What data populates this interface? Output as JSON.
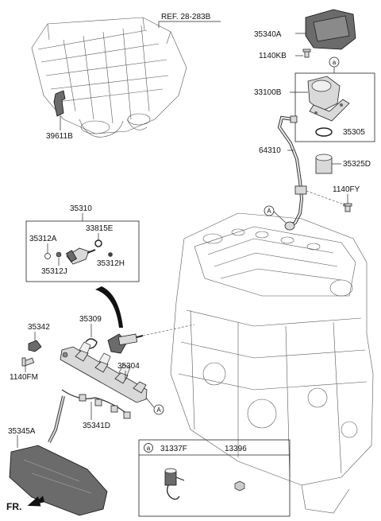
{
  "labels": {
    "ref": "REF. 28-283B",
    "p35340A": "35340A",
    "p1140KB": "1140KB",
    "p33100B": "33100B",
    "p35305": "35305",
    "p39611B": "39611B",
    "p64310": "64310",
    "p35325D": "35325D",
    "p1140FY": "1140FY",
    "p35310": "35310",
    "p35312A": "35312A",
    "p33815E": "33815E",
    "p35312H": "35312H",
    "p35312J": "35312J",
    "p35342": "35342",
    "p35309": "35309",
    "p35304": "35304",
    "p1140FM": "1140FM",
    "p35341D": "35341D",
    "p35345A": "35345A",
    "p31337F": "31337F",
    "p13396": "13396",
    "fr": "FR."
  },
  "callouts": {
    "a_top": "a",
    "a_legend": "a",
    "A_hose": "A",
    "A_rail": "A"
  }
}
